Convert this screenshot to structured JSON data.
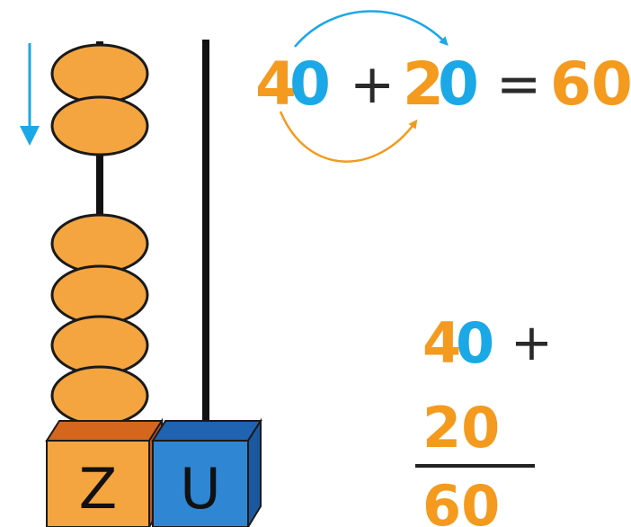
{
  "colors": {
    "orange": "#f39a1f",
    "blue": "#1ba8e6",
    "bead": "#f4a540",
    "rod": "#111111",
    "tens_cube": "#f4a540",
    "tens_cube_top": "#d4661e",
    "units_cube": "#2f86d2",
    "units_cube_top": "#1f63b1"
  },
  "abacus": {
    "tens_label": "Z",
    "units_label": "U",
    "tens_beads_moved": 2,
    "tens_beads_resting": 4,
    "units_beads": 0
  },
  "horizontal_equation": {
    "addend1_tens": "4",
    "addend1_units": "0",
    "plus": "+",
    "addend2_tens": "2",
    "addend2_units": "0",
    "equals": "=",
    "result": "60"
  },
  "column_addition": {
    "row1_tens": "4",
    "row1_units": "0",
    "plus": "+",
    "row2": "20",
    "result": "60"
  }
}
